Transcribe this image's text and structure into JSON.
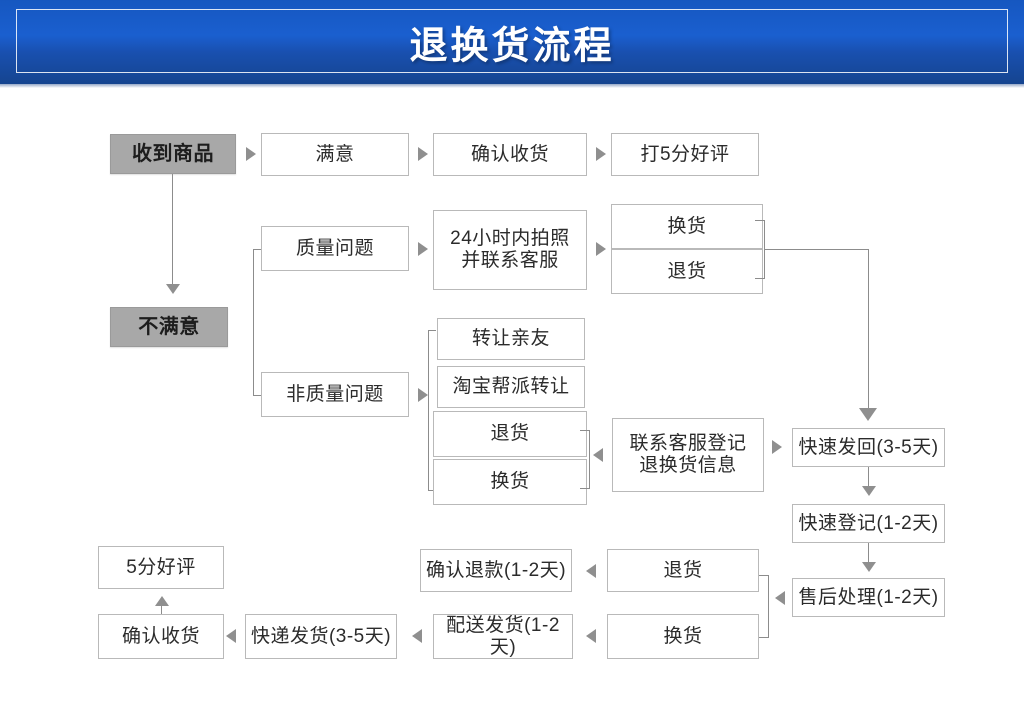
{
  "header": {
    "title": "退换货流程",
    "bg_color": "#1a5fcf",
    "text_color": "#ffffff"
  },
  "palette": {
    "box_border": "#b9b9b9",
    "box_fill": "#ffffff",
    "highlight_fill": "#a8a8a8",
    "line": "#8c8c8c",
    "arrow": "#8f8f8f",
    "text": "#2b2b2b"
  },
  "nodes": {
    "received_goods": "收到商品",
    "satisfied": "满意",
    "confirm_receipt_top": "确认收货",
    "give_5_star": "打5分好评",
    "not_satisfied": "不满意",
    "quality_issue": "质量问题",
    "photo_and_contact": "24小时内拍照\n并联系客服",
    "exchange_q": "换货",
    "return_q": "退货",
    "non_quality_issue": "非质量问题",
    "transfer_friends": "转让亲友",
    "taobao_group_transfer": "淘宝帮派转让",
    "return_nq": "退货",
    "exchange_nq": "换货",
    "contact_service_register": "联系客服登记\n退换货信息",
    "fast_send_back": "快速发回(3-5天)",
    "fast_register": "快速登记(1-2天)",
    "after_sales_process": "售后处理(1-2天)",
    "return_after": "退货",
    "exchange_after": "换货",
    "confirm_refund": "确认退款(1-2天)",
    "delivery_ship": "配送发货(1-2天)",
    "express_ship": "快递发货(3-5天)",
    "confirm_receipt_bottom": "确认收货",
    "five_star_review": "5分好评"
  }
}
